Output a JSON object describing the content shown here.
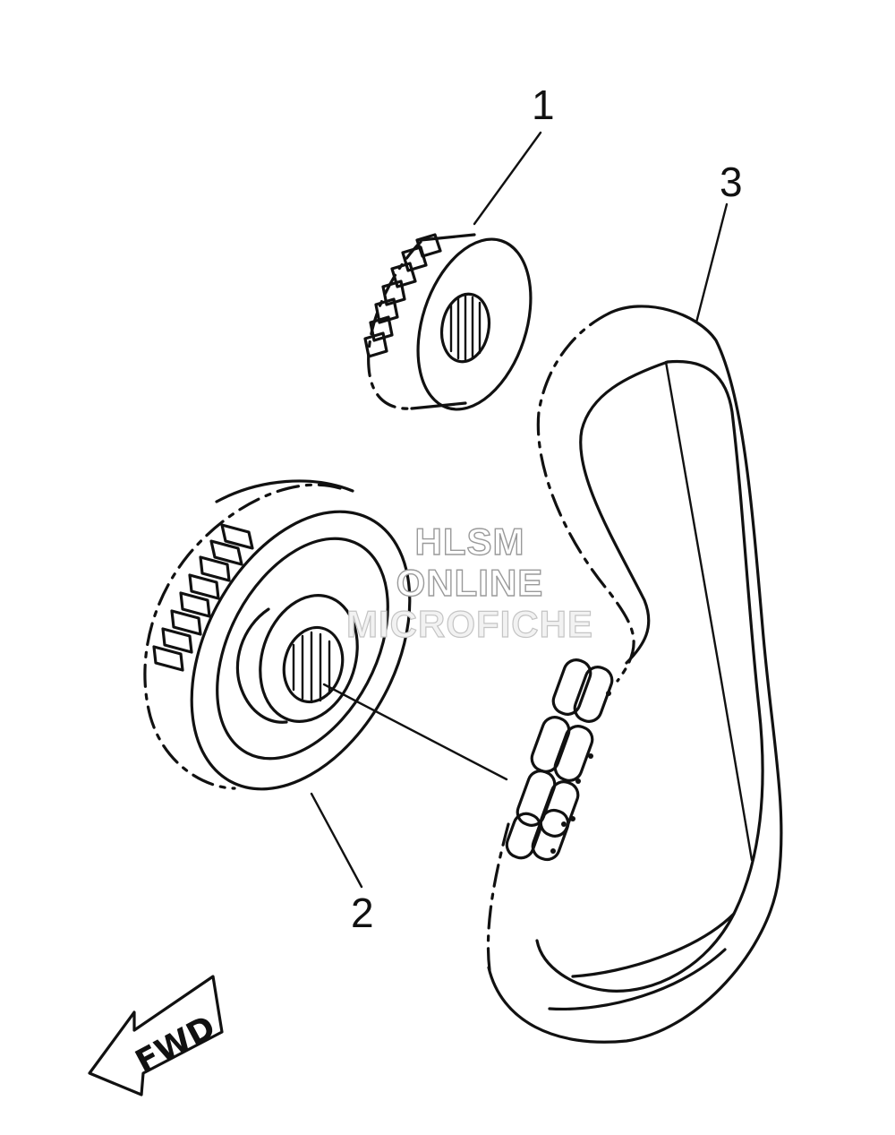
{
  "callouts": [
    {
      "id": "1",
      "label": "1"
    },
    {
      "id": "2",
      "label": "2"
    },
    {
      "id": "3",
      "label": "3"
    }
  ],
  "direction_arrow": {
    "label": "FWD"
  },
  "watermark": {
    "lines": [
      "HLSM",
      "ONLINE",
      "MICROFICHE"
    ]
  },
  "colors": {
    "line": "#111111",
    "background": "#ffffff",
    "watermark_outline": "#9a9a9a"
  }
}
